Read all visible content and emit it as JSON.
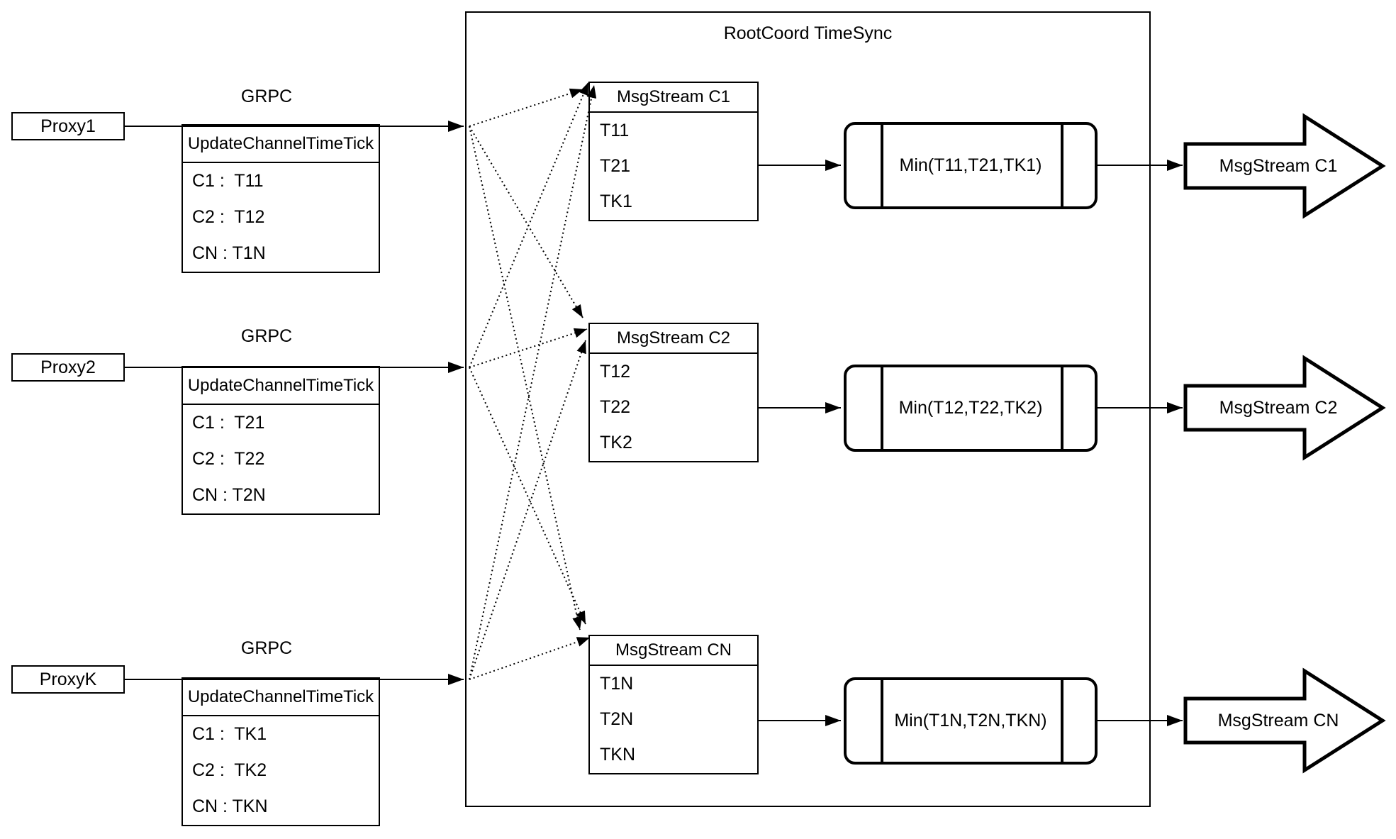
{
  "diagram": {
    "rootcoord": {
      "title": "RootCoord TimeSync"
    },
    "rows": [
      {
        "proxy_label": "Proxy1",
        "grpc_label": "GRPC",
        "update_table": {
          "header": "UpdateChannelTimeTick",
          "rows": [
            "C1 :  T11",
            "C2 :  T12",
            "CN : T1N"
          ]
        },
        "msgstream_table": {
          "header": "MsgStream C1",
          "rows": [
            "T11",
            "T21",
            "TK1"
          ]
        },
        "min_label": "Min(T11,T21,TK1)",
        "output_label": "MsgStream C1"
      },
      {
        "proxy_label": "Proxy2",
        "grpc_label": "GRPC",
        "update_table": {
          "header": "UpdateChannelTimeTick",
          "rows": [
            "C1 :  T21",
            "C2 :  T22",
            "CN : T2N"
          ]
        },
        "msgstream_table": {
          "header": "MsgStream C2",
          "rows": [
            "T12",
            "T22",
            "TK2"
          ]
        },
        "min_label": "Min(T12,T22,TK2)",
        "output_label": "MsgStream C2"
      },
      {
        "proxy_label": "ProxyK",
        "grpc_label": "GRPC",
        "update_table": {
          "header": "UpdateChannelTimeTick",
          "rows": [
            "C1 :  TK1",
            "C2 :  TK2",
            "CN : TKN"
          ]
        },
        "msgstream_table": {
          "header": "MsgStream CN",
          "rows": [
            "T1N",
            "T2N",
            "TKN"
          ]
        },
        "min_label": "Min(T1N,T2N,TKN)",
        "output_label": "MsgStream CN"
      }
    ],
    "colors": {
      "stroke": "#000000",
      "background": "#ffffff"
    }
  }
}
